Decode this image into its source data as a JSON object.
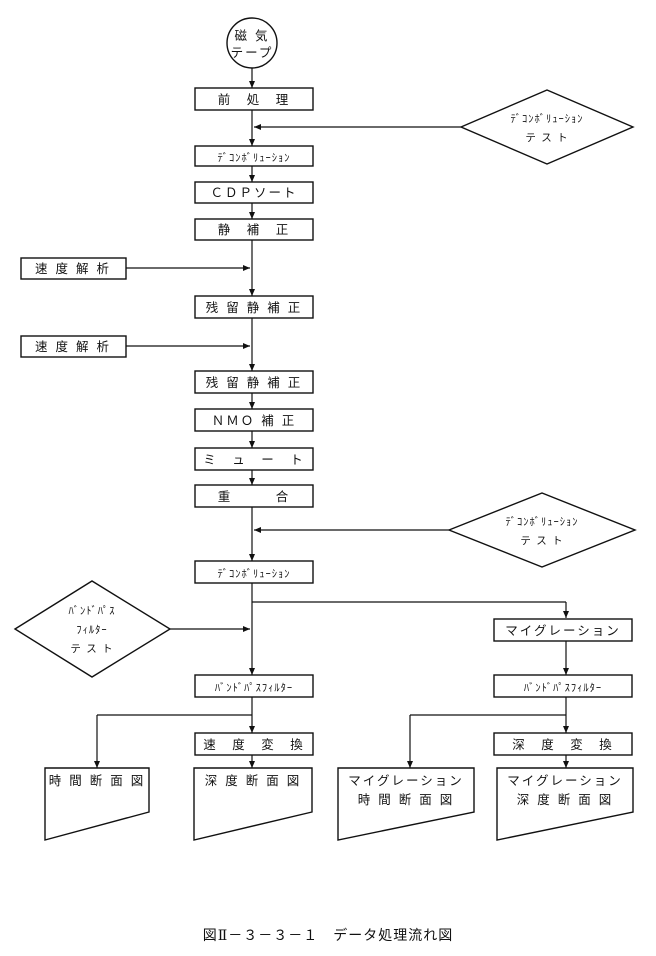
{
  "nodes": {
    "start_line1": "磁 気",
    "start_line2": "テープ",
    "preprocess": "前　処　理",
    "deconv_test_1_line1": "ﾃﾞｺﾝﾎﾞﾘｭｰｼｮﾝ",
    "deconv_test_1_line2": "テ ス ト",
    "deconvolution_1": "ﾃﾞｺﾝﾎﾞﾘｭｰｼｮﾝ",
    "cdp_sort": "ＣＤＰソート",
    "static_corr": "静　補　正",
    "velocity_1": "速 度 解 析",
    "residual_static_1": "残 留 静 補 正",
    "velocity_2": "速 度 解 析",
    "residual_static_2": "残 留 静 補 正",
    "nmo_corr": "ＮＭＯ 補 正",
    "mute": "ミ　ュ　ー　ト",
    "stack": "重　　　合",
    "deconv_test_2_line1": "ﾃﾞｺﾝﾎﾞﾘｭｰｼｮﾝ",
    "deconv_test_2_line2": "テ ス ト",
    "deconvolution_2": "ﾃﾞｺﾝﾎﾞﾘｭｰｼｮﾝ",
    "bp_test_line1": "ﾊﾞﾝﾄﾞﾊﾟｽ",
    "bp_test_line2": "ﾌｨﾙﾀｰ",
    "bp_test_line3": "テ ス ト",
    "bandpass_left": "ﾊﾞﾝﾄﾞﾊﾟｽﾌｨﾙﾀｰ",
    "migration": "マイグレーション",
    "bandpass_right": "ﾊﾞﾝﾄﾞﾊﾟｽﾌｨﾙﾀｰ",
    "velocity_conv_left": "速　度　変　換",
    "depth_conv_right": "深　度　変　換",
    "out_time_section": "時 間 断 面 図",
    "out_depth_section": "深 度 断 面 図",
    "out_mig_time_line1": "マイグレーション",
    "out_mig_time_line2": "時 間 断 面 図",
    "out_mig_depth_line1": "マイグレーション",
    "out_mig_depth_line2": "深 度 断 面 図"
  },
  "caption": "図Ⅱ－３－３－１　データ処理流れ図"
}
